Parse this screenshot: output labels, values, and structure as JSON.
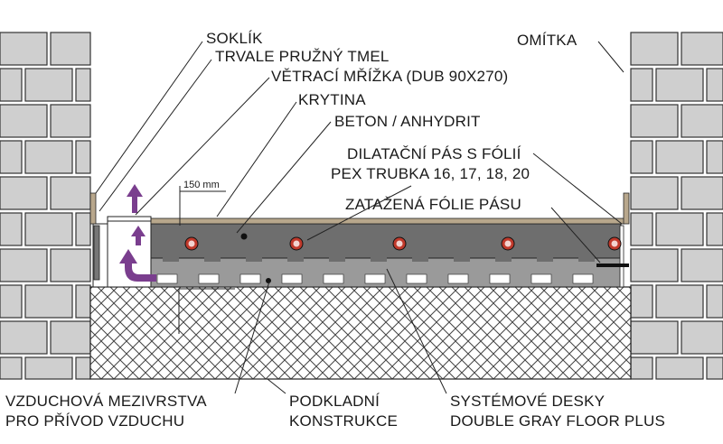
{
  "labels": {
    "soklik": "SOKLÍK",
    "tmel": "TRVALE PRUŽNÝ TMEL",
    "mrizka": "VĚTRACÍ MŘÍŽKA (DUB 90X270)",
    "krytina": "KRYTINA",
    "beton": "BETON / ANHYDRIT",
    "dilatacni": "DILATAČNÍ PÁS S FÓLIÍ",
    "pex": "PEX TRUBKA 16, 17, 18, 20",
    "zatazena": "ZATAŽENÁ  FÓLIE PÁSU",
    "omitka": "OMÍTKA",
    "vzduch1": "VZDUCHOVÁ MEZIVRSTVA",
    "vzduch2": "PRO PŘÍVOD VZDUCHU",
    "podkladni1": "PODKLADNÍ",
    "podkladni2": "KONSTRUKCE",
    "systemove1": "SYSTÉMOVÉ DESKY",
    "systemove2": "DOUBLE GRAY FLOOR PLUS",
    "dimension": "150 mm"
  },
  "colors": {
    "brick": "#cfcfcf",
    "mortar": "#333333",
    "concrete": "#6e6e6e",
    "board": "#9a9a9a",
    "covering": "#b8a78c",
    "pipe": "#c0392b",
    "arrow": "#7a3e8e",
    "hatch": "#444444"
  },
  "icons": [
    "up-arrow-icon",
    "curved-arrow-icon"
  ]
}
